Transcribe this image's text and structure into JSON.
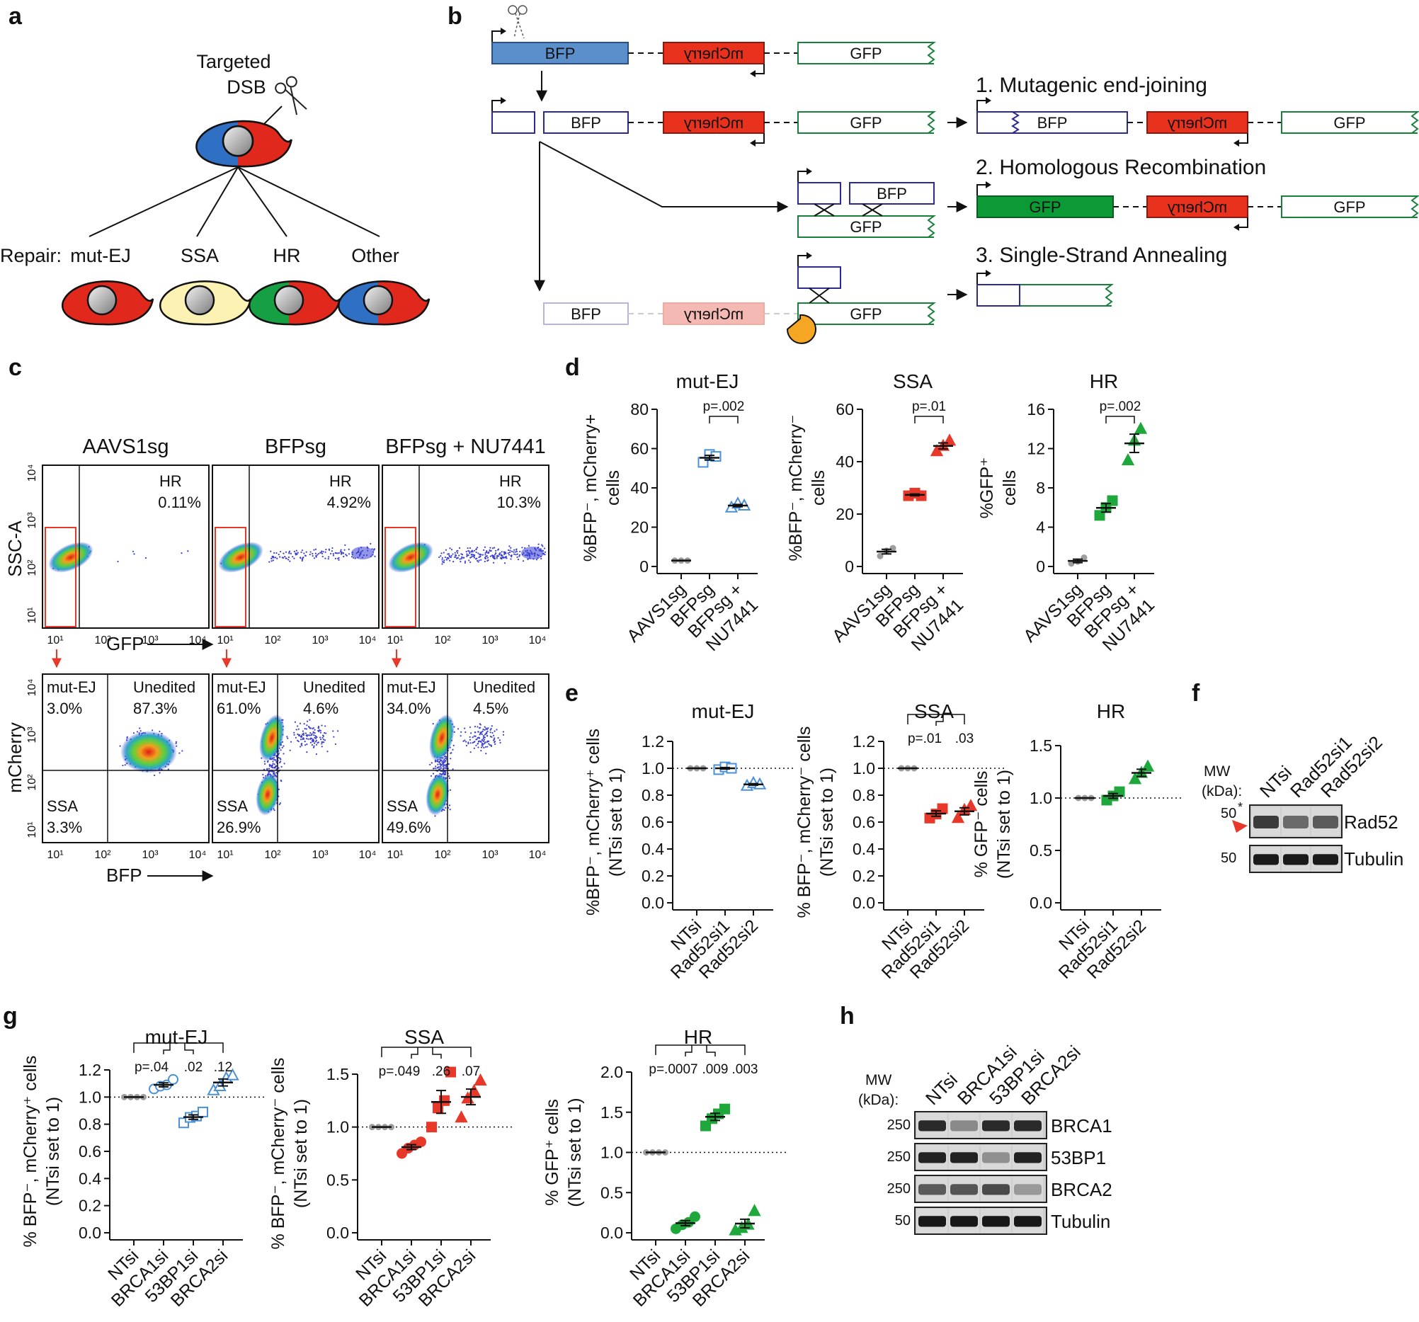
{
  "panel_letters": [
    "a",
    "b",
    "c",
    "d",
    "e",
    "f",
    "g",
    "h"
  ],
  "panel_a": {
    "title_line1": "Targeted",
    "title_line2": "DSB",
    "repair_label": "Repair:",
    "outcomes": [
      "mut-EJ",
      "SSA",
      "HR",
      "Other"
    ]
  },
  "panel_b": {
    "reporter_labels": {
      "bfp": "BFP",
      "mcherry": "mCherry",
      "gfp": "GFP"
    },
    "outcomes": [
      "1. Mutagenic end-joining",
      "2. Homologous Recombination",
      "3. Single-Strand Annealing"
    ]
  },
  "panel_c": {
    "samples": [
      "AAVS1sg",
      "BFPsg",
      "BFPsg + NU7441"
    ],
    "top_y_label": "SSC-A",
    "top_x_label": "GFP",
    "bottom_y_label": "mCherry",
    "bottom_x_label": "BFP",
    "log_ticks": [
      "10¹",
      "10²",
      "10³",
      "10⁴"
    ],
    "hr_label": "HR",
    "hr_percent": [
      "0.11%",
      "4.92%",
      "10.3%"
    ],
    "gate_labels": {
      "mutej": "mut-EJ",
      "unedited": "Unedited",
      "ssa": "SSA"
    },
    "mutej_percent": [
      "3.0%",
      "61.0%",
      "34.0%"
    ],
    "unedited_percent": [
      "87.3%",
      "4.6%",
      "4.5%"
    ],
    "ssa_percent": [
      "3.3%",
      "26.9%",
      "49.6%"
    ]
  },
  "colors": {
    "grey": "#9e9e9e",
    "blue": "#4a90d9",
    "red": "#e8382a",
    "green": "#1ea83c",
    "bfp_fill": "#5b8fcc",
    "mcherry_fill": "#e8321e",
    "gfp_fill": "#0b9a35",
    "navy": "#2b2a8f",
    "green_outline": "#17803a"
  },
  "chart_data": [
    {
      "panel": "d",
      "type": "scatter",
      "title": "mut-EJ",
      "ylabel": "%BFP⁻, mCherry+ cells",
      "categories": [
        "AAVS1sg",
        "BFPsg",
        "BFPsg + NU7441"
      ],
      "ylim": [
        0,
        80
      ],
      "yticks": [
        "0",
        "20",
        "40",
        "60",
        "80"
      ],
      "series": [
        {
          "values": [
            [
              3,
              3,
              3
            ],
            [
              53,
              57,
              56
            ],
            [
              30,
              32,
              31
            ]
          ]
        }
      ],
      "annotations": [
        "p=.002"
      ]
    },
    {
      "panel": "d",
      "type": "scatter",
      "title": "SSA",
      "ylabel": "%BFP⁻, mCherry⁻ cells",
      "categories": [
        "AAVS1sg",
        "BFPsg",
        "BFPsg + NU7441"
      ],
      "ylim": [
        0,
        60
      ],
      "yticks": [
        "0",
        "20",
        "40",
        "60"
      ],
      "series": [
        {
          "values": [
            [
              4,
              6,
              7
            ],
            [
              27,
              28,
              27
            ],
            [
              44,
              46,
              48
            ]
          ]
        }
      ],
      "annotations": [
        "p=.01"
      ]
    },
    {
      "panel": "d",
      "type": "scatter",
      "title": "HR",
      "ylabel": "%GFP⁺ cells",
      "categories": [
        "AAVS1sg",
        "BFPsg",
        "BFPsg + NU7441"
      ],
      "ylim": [
        0,
        16
      ],
      "yticks": [
        "0",
        "4",
        "8",
        "12",
        "16"
      ],
      "series": [
        {
          "values": [
            [
              0.3,
              0.5,
              0.9
            ],
            [
              5.2,
              6.0,
              6.7
            ],
            [
              10.8,
              12.8,
              14.0
            ]
          ]
        }
      ],
      "annotations": [
        "p=.002"
      ]
    },
    {
      "panel": "e",
      "type": "scatter",
      "title": "mut-EJ",
      "ylabel": "%BFP⁻, mCherry⁺ cells (NTsi set to 1)",
      "categories": [
        "NTsi",
        "Rad52si1",
        "Rad52si2"
      ],
      "ylim": [
        0,
        1.2
      ],
      "yticks": [
        "0.0",
        "0.2",
        "0.4",
        "0.6",
        "0.8",
        "1.0",
        "1.2"
      ],
      "series": [
        {
          "values": [
            [
              1.0,
              1.0,
              1.0
            ],
            [
              0.99,
              1.01,
              1.0
            ],
            [
              0.87,
              0.89,
              0.88
            ]
          ]
        }
      ],
      "annotations": []
    },
    {
      "panel": "e",
      "type": "scatter",
      "title": "SSA",
      "ylabel": "% BFP⁻, mCherry⁻ cells (NTsi set to 1)",
      "categories": [
        "NTsi",
        "Rad52si1",
        "Rad52si2"
      ],
      "ylim": [
        0,
        1.2
      ],
      "yticks": [
        "0.0",
        "0.2",
        "0.4",
        "0.6",
        "0.8",
        "1.0",
        "1.2"
      ],
      "series": [
        {
          "values": [
            [
              1.0,
              1.0,
              1.0
            ],
            [
              0.63,
              0.66,
              0.7
            ],
            [
              0.63,
              0.69,
              0.72
            ]
          ]
        }
      ],
      "annotations": [
        "p=.01",
        ".03"
      ]
    },
    {
      "panel": "e",
      "type": "scatter",
      "title": "HR",
      "ylabel": "% GFP⁻ cells (NTsi set to 1)",
      "categories": [
        "NTsi",
        "Rad52si1",
        "Rad52si2"
      ],
      "ylim": [
        0,
        1.5
      ],
      "yticks": [
        "0.0",
        "0.5",
        "1.0",
        "1.5"
      ],
      "series": [
        {
          "values": [
            [
              1.0,
              1.0,
              1.0
            ],
            [
              0.98,
              1.02,
              1.06
            ],
            [
              1.18,
              1.24,
              1.3
            ]
          ]
        }
      ],
      "annotations": []
    },
    {
      "panel": "g",
      "type": "scatter",
      "title": "mut-EJ",
      "ylabel": "% BFP⁻, mCherry⁺ cells (NTsi set to 1)",
      "categories": [
        "NTsi",
        "BRCA1si",
        "53BP1si",
        "BRCA2si"
      ],
      "ylim": [
        0,
        1.2
      ],
      "yticks": [
        "0.0",
        "0.2",
        "0.4",
        "0.6",
        "0.8",
        "1.0",
        "1.2"
      ],
      "series": [
        {
          "values": [
            [
              1.0,
              1.0,
              1.0,
              1.0
            ],
            [
              1.06,
              1.08,
              1.09,
              1.13
            ],
            [
              0.81,
              0.85,
              0.86,
              0.89
            ],
            [
              1.05,
              1.08,
              1.14,
              1.16
            ]
          ]
        }
      ],
      "annotations": [
        "p=.04",
        ".02",
        ".12"
      ]
    },
    {
      "panel": "g",
      "type": "scatter",
      "title": "SSA",
      "ylabel": "% BFP⁻, mCherry⁻ cells (NTsi set to 1)",
      "categories": [
        "NTsi",
        "BRCA1si",
        "53BP1si",
        "BRCA2si"
      ],
      "ylim": [
        0,
        1.5
      ],
      "yticks": [
        "0.0",
        "0.5",
        "1.0",
        "1.5"
      ],
      "series": [
        {
          "values": [
            [
              1.0,
              1.0,
              1.0,
              1.0
            ],
            [
              0.75,
              0.8,
              0.83,
              0.86
            ],
            [
              1.0,
              1.18,
              1.25,
              1.52
            ],
            [
              1.09,
              1.27,
              1.34,
              1.44
            ]
          ]
        }
      ],
      "annotations": [
        "p=.049",
        ".26",
        ".07"
      ]
    },
    {
      "panel": "g",
      "type": "scatter",
      "title": "HR",
      "ylabel": "% GFP⁺ cells (NTsi set to 1)",
      "categories": [
        "NTsi",
        "BRCA1si",
        "53BP1si",
        "BRCA2si"
      ],
      "ylim": [
        0,
        2.0
      ],
      "yticks": [
        "0.0",
        "0.5",
        "1.0",
        "1.5",
        "2.0"
      ],
      "series": [
        {
          "values": [
            [
              1.0,
              1.0,
              1.0,
              1.0
            ],
            [
              0.05,
              0.1,
              0.13,
              0.2
            ],
            [
              1.33,
              1.42,
              1.48,
              1.54
            ],
            [
              0.03,
              0.06,
              0.1,
              0.27
            ]
          ]
        }
      ],
      "annotations": [
        "p=.0007",
        ".009",
        ".003"
      ]
    }
  ],
  "panel_f": {
    "lanes": [
      "NTsi",
      "Rad52si1",
      "Rad52si2"
    ],
    "mw_header": [
      "MW",
      "(kDa):"
    ],
    "mw_marks": [
      "50",
      "50"
    ],
    "star": "*",
    "bands": [
      "Rad52",
      "Tubulin"
    ]
  },
  "panel_h": {
    "lanes": [
      "NTsi",
      "BRCA1si",
      "53BP1si",
      "BRCA2si"
    ],
    "mw_header": [
      "MW",
      "(kDa):"
    ],
    "mw_marks": [
      "250",
      "250",
      "250",
      "50"
    ],
    "bands": [
      "BRCA1",
      "53BP1",
      "BRCA2",
      "Tubulin"
    ]
  }
}
